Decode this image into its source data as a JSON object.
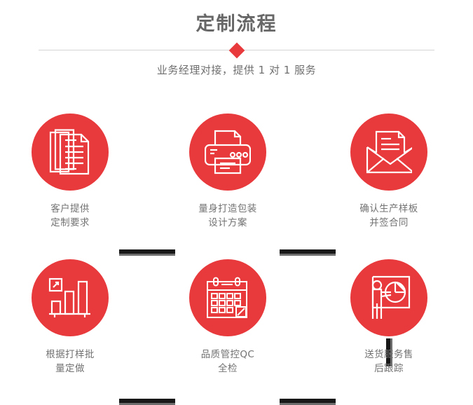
{
  "header": {
    "title": "定制流程",
    "subtitle": "业务经理对接，提供 1 对 1 服务",
    "divider_icon": "diamond-marker",
    "accent_color": "#e8393c",
    "title_color": "#676767",
    "divider_color": "#d4d4d4"
  },
  "flow": {
    "connector_color": "#181818",
    "connector_shadow_color": "#6d6d6d",
    "steps": [
      {
        "index": 1,
        "icon": "documents-stack-icon",
        "caption_lines": [
          "客户提供",
          "定制要求"
        ]
      },
      {
        "index": 2,
        "icon": "printer-icon",
        "caption_lines": [
          "量身打造包装",
          "设计方案"
        ]
      },
      {
        "index": 3,
        "icon": "envelope-letter-icon",
        "caption_lines": [
          "确认生产样板",
          "并签合同"
        ]
      },
      {
        "index": 4,
        "icon": "bar-chart-growth-icon",
        "caption_lines": [
          "根据打样批",
          "量定做"
        ]
      },
      {
        "index": 5,
        "icon": "calendar-icon",
        "caption_lines": [
          "品质管控QC",
          "全检"
        ]
      },
      {
        "index": 6,
        "icon": "presentation-pie-chart-icon",
        "caption_lines": [
          "送货服务售",
          "后跟踪"
        ]
      }
    ]
  }
}
